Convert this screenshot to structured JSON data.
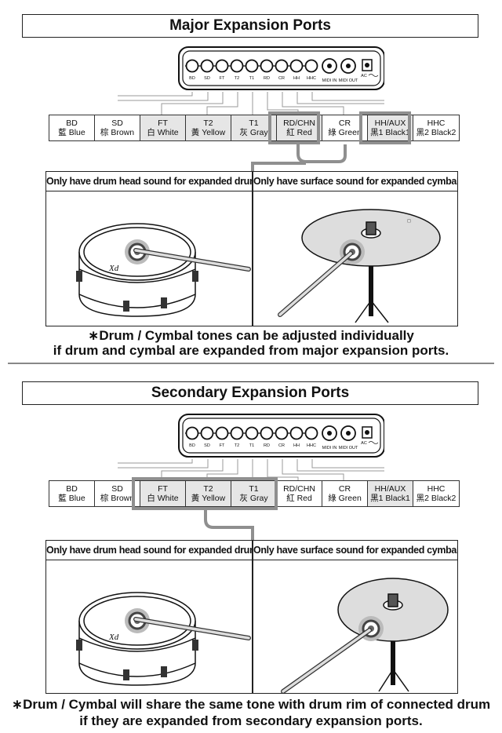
{
  "sections": [
    {
      "title": "Major Expansion Ports",
      "module": {
        "jacks": [
          "BD",
          "SD",
          "FT",
          "T2",
          "T1",
          "RD",
          "CR",
          "HH",
          "HHC"
        ],
        "midi": [
          "MIDI IN",
          "MIDI OUT"
        ],
        "ac": "AC"
      },
      "ports": [
        {
          "l1": "BD",
          "l2": "藍 Blue"
        },
        {
          "l1": "SD",
          "l2": "棕 Brown"
        },
        {
          "l1": "FT",
          "l2": "白 White"
        },
        {
          "l1": "T2",
          "l2": "黃 Yellow"
        },
        {
          "l1": "T1",
          "l2": "灰 Gray"
        },
        {
          "l1": "RD/CHN",
          "l2": "紅 Red"
        },
        {
          "l1": "CR",
          "l2": "綠 Green"
        },
        {
          "l1": "HH/AUX",
          "l2": "黑1 Black1"
        },
        {
          "l1": "HHC",
          "l2": "黑2 Black2"
        }
      ],
      "left_caption": "Only have drum head sound for expanded drum.",
      "right_caption": "Only have surface sound for expanded cymbal.",
      "note_line1": "∗Drum / Cymbal tones can be adjusted individually",
      "note_line2": "if drum and cymbal are expanded from major expansion ports."
    },
    {
      "title": "Secondary Expansion Ports",
      "module": {
        "jacks": [
          "BD",
          "SD",
          "FT",
          "T2",
          "T1",
          "RD",
          "CR",
          "HH",
          "HHC"
        ],
        "midi": [
          "MIDI IN",
          "MIDI OUT"
        ],
        "ac": "AC"
      },
      "ports": [
        {
          "l1": "BD",
          "l2": "藍 Blue"
        },
        {
          "l1": "SD",
          "l2": "棕 Brown"
        },
        {
          "l1": "FT",
          "l2": "白 White"
        },
        {
          "l1": "T2",
          "l2": "黃 Yellow"
        },
        {
          "l1": "T1",
          "l2": "灰 Gray"
        },
        {
          "l1": "RD/CHN",
          "l2": "紅 Red"
        },
        {
          "l1": "CR",
          "l2": "綠 Green"
        },
        {
          "l1": "HH/AUX",
          "l2": "黑1 Black1"
        },
        {
          "l1": "HHC",
          "l2": "黑2 Black2"
        }
      ],
      "left_caption": "Only have drum head sound for expanded drum.",
      "right_caption": "Only have surface sound for expanded cymbal.",
      "note_line1": "∗Drum / Cymbal will share the same tone with drum rim of connected drum",
      "note_line2": "if they are expanded from secondary expansion ports."
    }
  ],
  "colors": {
    "highlight": "#8f8f8f",
    "shaded": "#e6e6e6",
    "line": "#222222"
  }
}
